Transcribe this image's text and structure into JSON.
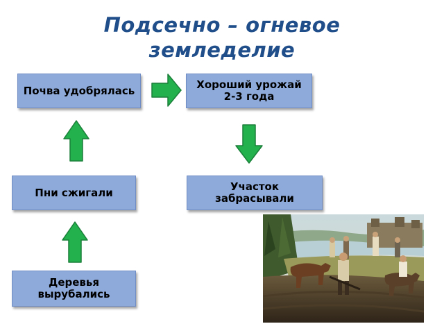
{
  "slide": {
    "title_line1": "Подсечно – огневое",
    "title_line2": "земледелие"
  },
  "boxes": {
    "soil": "Почва удобрялась",
    "harvest": "Хороший урожай 2-3 года",
    "stumps": "Пни сжигали",
    "plot": "Участок забрасывали",
    "trees": "Деревья вырубались"
  },
  "colors": {
    "title": "#1f4e8a",
    "box_fill": "#8eaadb",
    "arrow_fill": "#22b14c"
  }
}
